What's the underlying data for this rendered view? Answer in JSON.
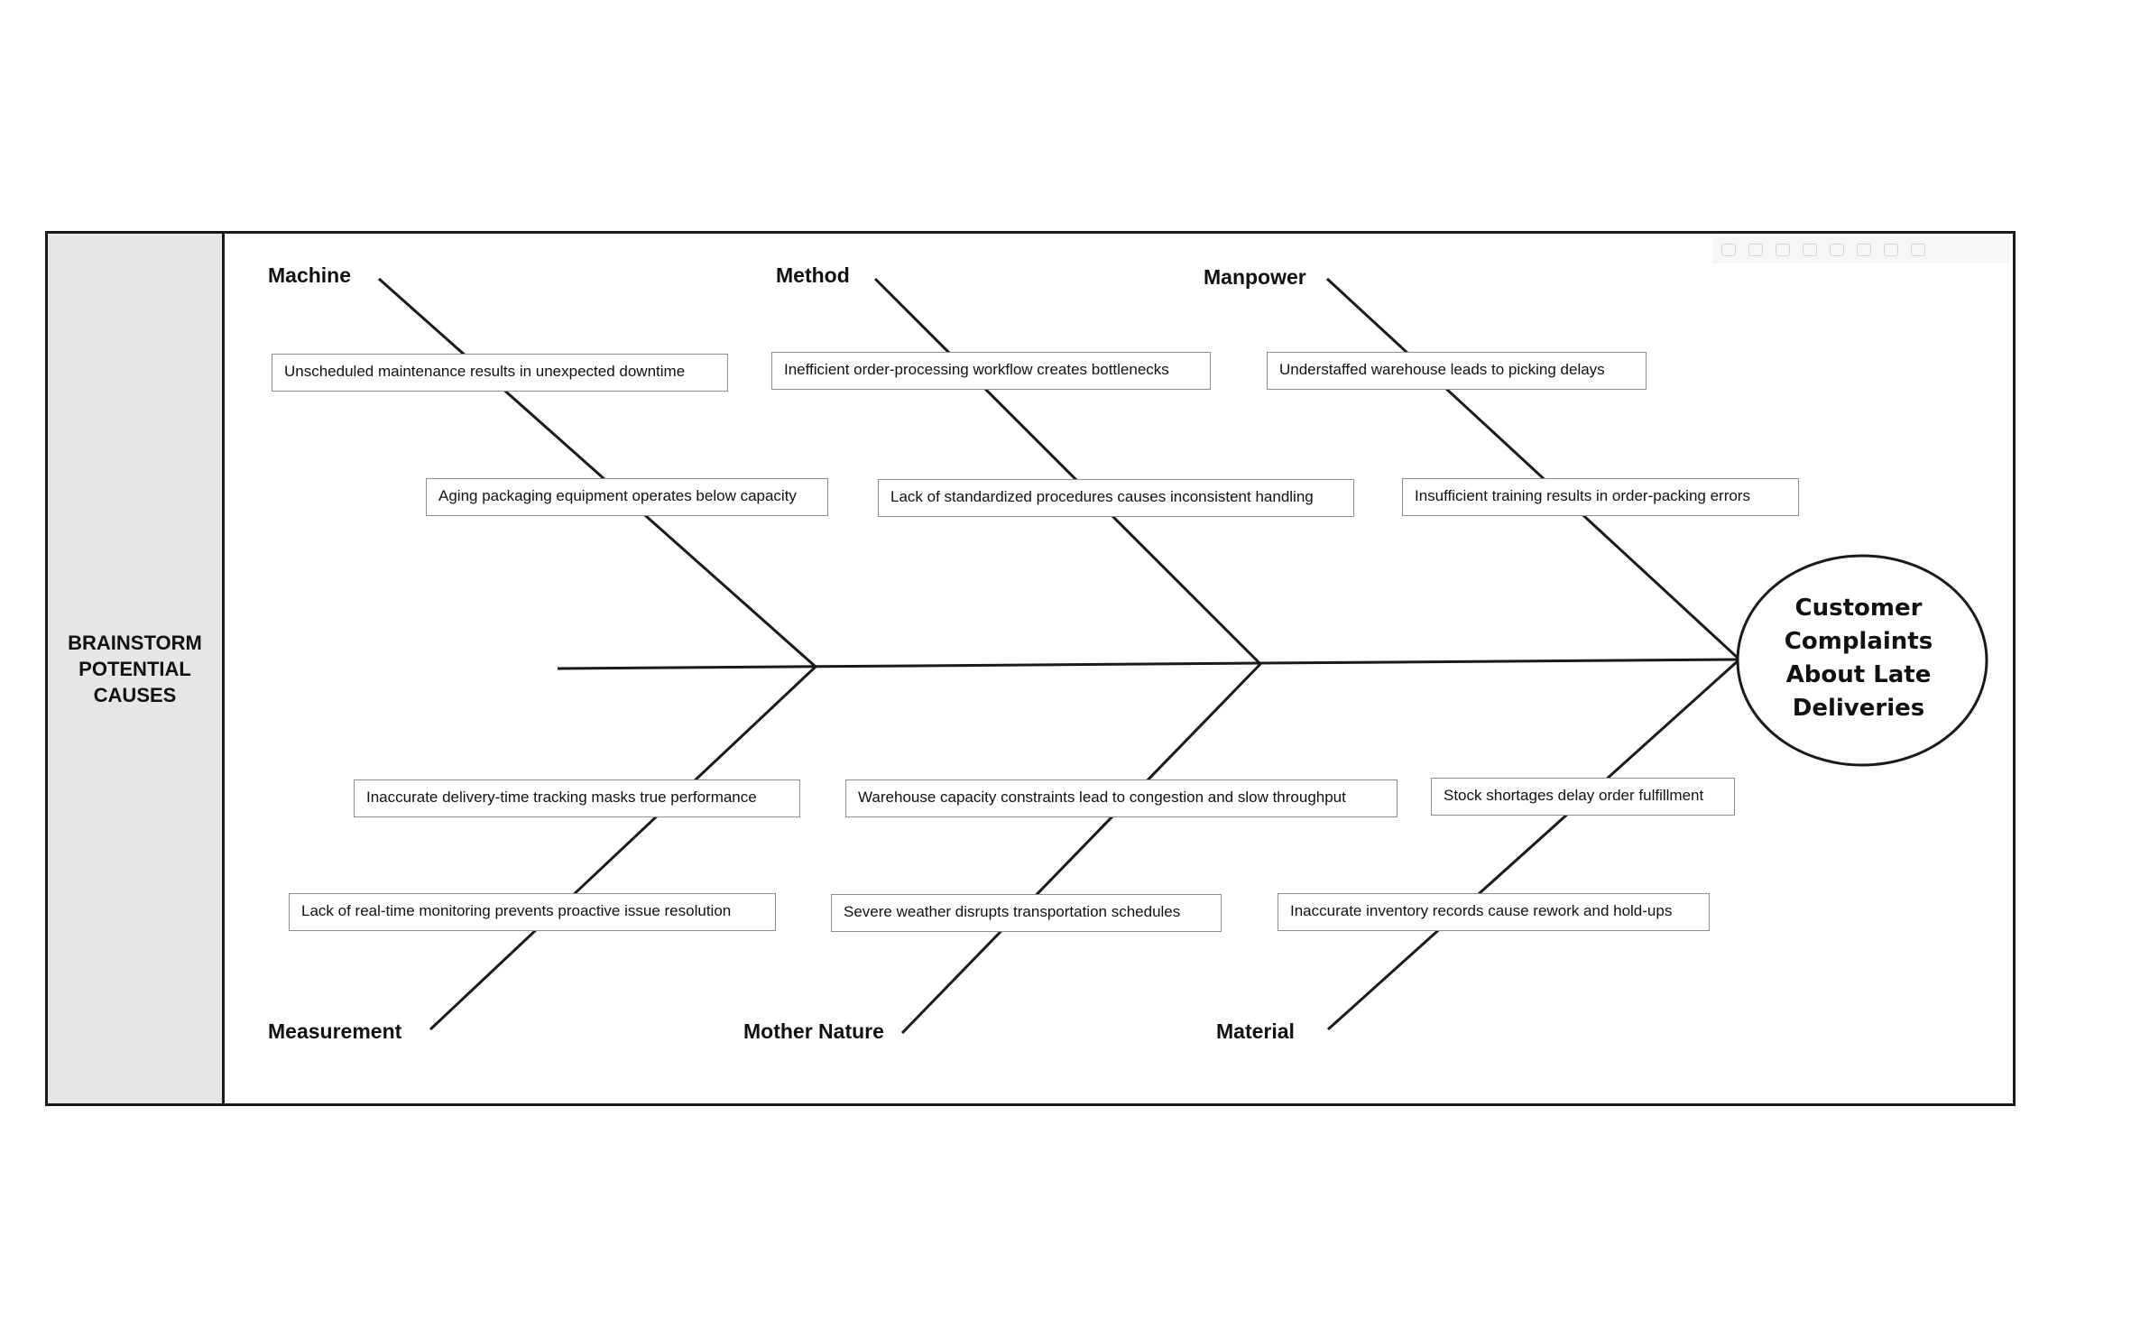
{
  "side_panel": {
    "label": "BRAINSTORM\nPOTENTIAL\nCAUSES"
  },
  "effect": {
    "lines": [
      "Customer",
      "Complaints",
      "About Late",
      "Deliveries"
    ]
  },
  "categories": {
    "machine": "Machine",
    "method": "Method",
    "manpower": "Manpower",
    "measurement": "Measurement",
    "mother_nature": "Mother Nature",
    "material": "Material"
  },
  "causes": {
    "machine": [
      "Unscheduled maintenance results in unexpected downtime",
      "Aging packaging equipment operates below capacity"
    ],
    "method": [
      "Inefficient order-processing workflow creates bottlenecks",
      "Lack of standardized procedures causes inconsistent handling"
    ],
    "manpower": [
      "Understaffed warehouse leads to picking delays",
      "Insufficient training results in order-packing errors"
    ],
    "measurement": [
      "Inaccurate delivery-time tracking masks true performance",
      "Lack of real-time monitoring prevents proactive issue resolution"
    ],
    "mother_nature": [
      "Warehouse capacity constraints lead to congestion and slow throughput",
      "Severe weather disrupts transportation schedules"
    ],
    "material": [
      "Stock shortages delay order fulfillment",
      "Inaccurate inventory records cause rework and hold-ups"
    ]
  },
  "colors": {
    "line": "#1a1a1a",
    "box_border": "#8c8c8c",
    "side_panel": "#e6e6e6"
  }
}
